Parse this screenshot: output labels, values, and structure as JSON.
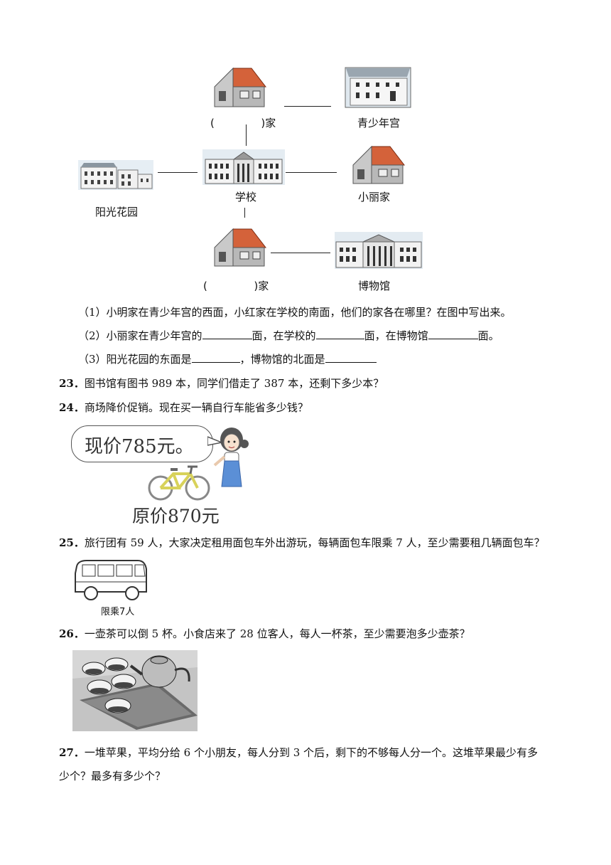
{
  "map": {
    "home_top_label": "家",
    "home_top_paren_open": "(",
    "home_top_paren_close": ")",
    "youth_palace_label": "青少年宫",
    "school_label": "学校",
    "xiaoli_home_label": "小丽家",
    "sunshine_garden_label": "阳光花园",
    "home_bottom_label": "家",
    "home_bottom_paren_open": "(",
    "home_bottom_paren_close": ")",
    "museum_label": "博物馆"
  },
  "q22": {
    "part1": "（1）小明家在青少年宫的西面，小红家在学校的南面，他们的家各在哪里？在图中写出来。",
    "part2_a": "（2）小丽家在青少年宫的",
    "part2_b": "面，在学校的",
    "part2_c": "面，在博物馆",
    "part2_d": "面。",
    "part3_a": "（3）阳光花园的东面是",
    "part3_b": "，博物馆的北面是"
  },
  "q23": {
    "num": "23．",
    "text": "图书馆有图书 989 本，同学们借走了 387 本，还剩下多少本？"
  },
  "q24": {
    "num": "24．",
    "text": "商场降价促销。现在买一辆自行车能省多少钱？",
    "bubble": "现价785元。",
    "original_price": "原价870元"
  },
  "q25": {
    "num": "25．",
    "text": "旅行团有 59 人，大家决定租用面包车外出游玩，每辆面包车限乘 7 人，至少需要租几辆面包车？",
    "van_caption": "限乘7人"
  },
  "q26": {
    "num": "26．",
    "text": "一壶茶可以倒 5 杯。小食店来了 28 位客人，每人一杯茶，至少需要泡多少壶茶？"
  },
  "q27": {
    "num": "27．",
    "text_line1": "一堆苹果，平均分给 6 个小朋友，每人分到 3 个后，剩下的不够每人分一个。这堆苹果最少有多",
    "text_line2": "少个？最多有多少个？"
  }
}
